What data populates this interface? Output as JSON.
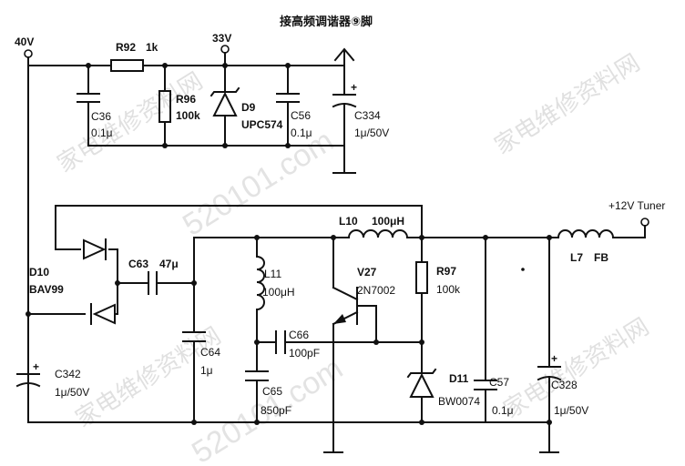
{
  "nets": {
    "v40": "40V",
    "v33": "33V",
    "tuner_pin": "接高频调谐器⑨脚",
    "tuner_out": "+12V Tuner"
  },
  "components": {
    "r92": {
      "ref": "R92",
      "value": "1k"
    },
    "c36": {
      "ref": "C36",
      "value": "0.1μ"
    },
    "r96": {
      "ref": "R96",
      "value": "100k"
    },
    "d9": {
      "ref": "D9",
      "value": "UPC574"
    },
    "c56": {
      "ref": "C56",
      "value": "0.1μ"
    },
    "c334": {
      "ref": "C334",
      "value": "1μ/50V"
    },
    "d10": {
      "ref": "D10",
      "value": "BAV99"
    },
    "c63": {
      "ref": "C63",
      "value": "47μ"
    },
    "c342": {
      "ref": "C342",
      "value": "1μ/50V"
    },
    "c64": {
      "ref": "C64",
      "value": "1μ"
    },
    "l11": {
      "ref": "L11",
      "value": "100μH"
    },
    "c66": {
      "ref": "C66",
      "value": "100pF"
    },
    "c65": {
      "ref": "C65",
      "value": "850pF"
    },
    "l10": {
      "ref": "L10",
      "value": "100μH"
    },
    "v27": {
      "ref": "V27",
      "value": "2N7002"
    },
    "r97": {
      "ref": "R97",
      "value": "100k"
    },
    "d11": {
      "ref": "D11",
      "value": "BW0074"
    },
    "c57": {
      "ref": "C57",
      "value": "0.1μ"
    },
    "l7": {
      "ref": "L7",
      "value": "FB"
    },
    "c328": {
      "ref": "C328",
      "value": "1μ/50V"
    }
  },
  "polarity_mark": "+",
  "watermark": {
    "text": "家电维修资料网",
    "number": "520101.com"
  }
}
